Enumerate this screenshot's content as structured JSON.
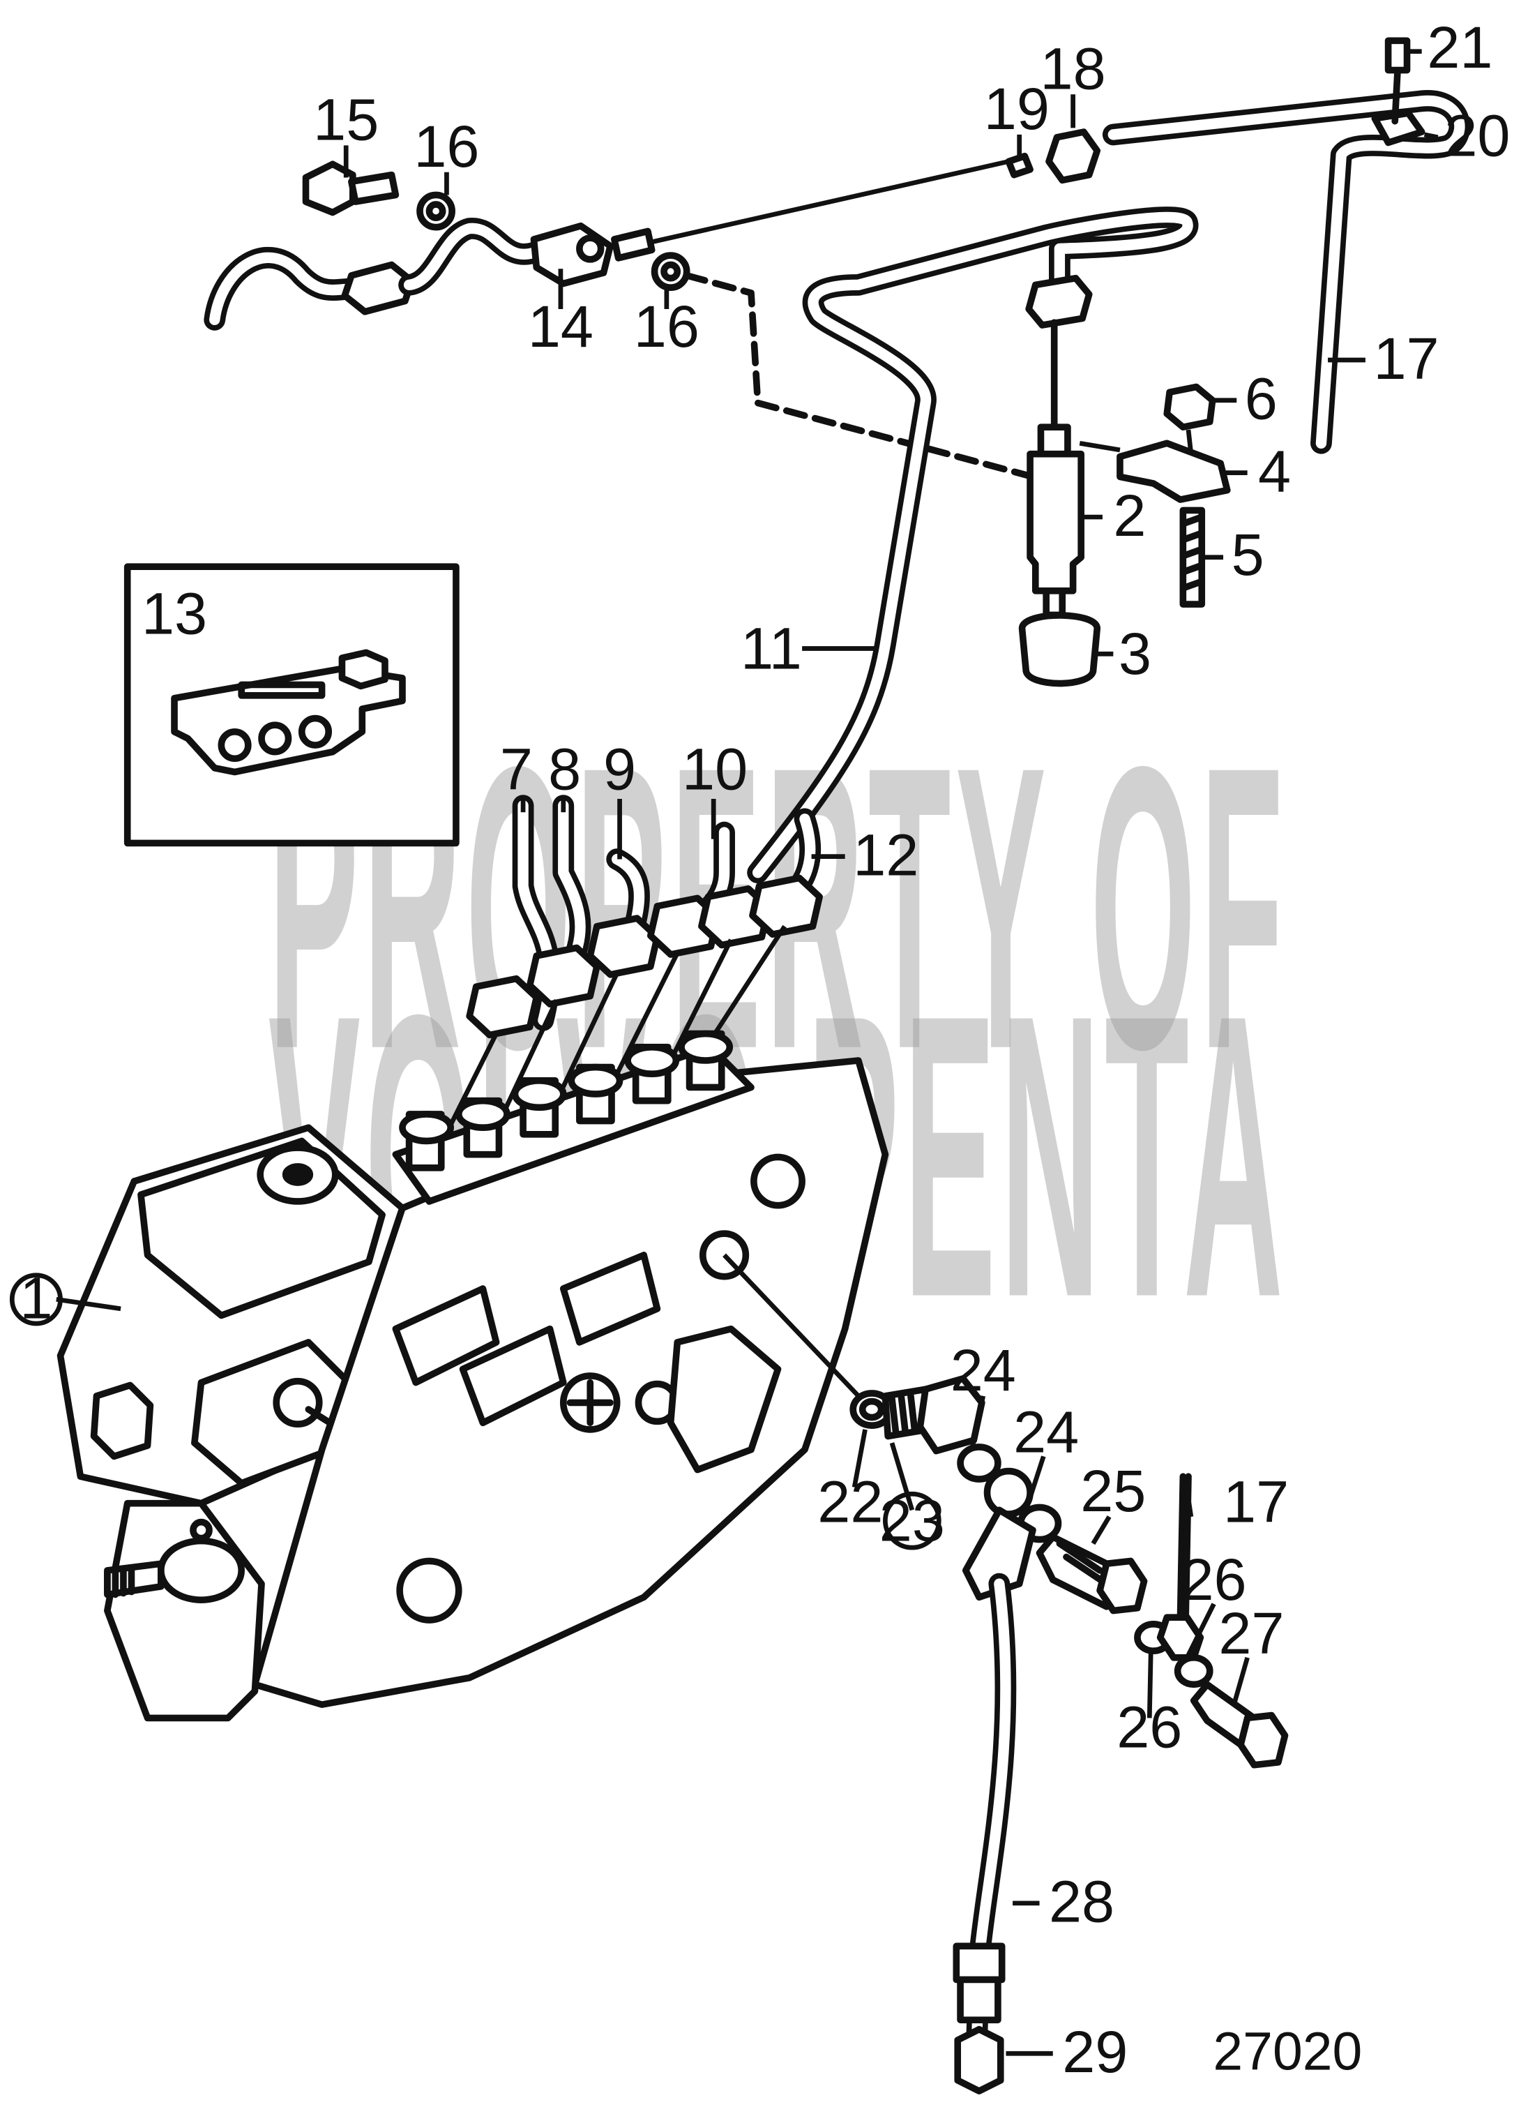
{
  "callouts": [
    {
      "n": "1",
      "circled": true
    },
    {
      "n": "2"
    },
    {
      "n": "3"
    },
    {
      "n": "4"
    },
    {
      "n": "5"
    },
    {
      "n": "6"
    },
    {
      "n": "7"
    },
    {
      "n": "8"
    },
    {
      "n": "9"
    },
    {
      "n": "10"
    },
    {
      "n": "11"
    },
    {
      "n": "12"
    },
    {
      "n": "13"
    },
    {
      "n": "14"
    },
    {
      "n": "15"
    },
    {
      "n": "16"
    },
    {
      "n": "16"
    },
    {
      "n": "17"
    },
    {
      "n": "17"
    },
    {
      "n": "18"
    },
    {
      "n": "19"
    },
    {
      "n": "20"
    },
    {
      "n": "21"
    },
    {
      "n": "22"
    },
    {
      "n": "23",
      "circled": true
    },
    {
      "n": "24"
    },
    {
      "n": "24"
    },
    {
      "n": "25"
    },
    {
      "n": "26"
    },
    {
      "n": "26"
    },
    {
      "n": "27"
    },
    {
      "n": "28"
    },
    {
      "n": "29"
    }
  ],
  "watermark": {
    "line1": "PROPERTY OF",
    "line2": "VOLVO PENTA"
  },
  "reference_number": "27020"
}
